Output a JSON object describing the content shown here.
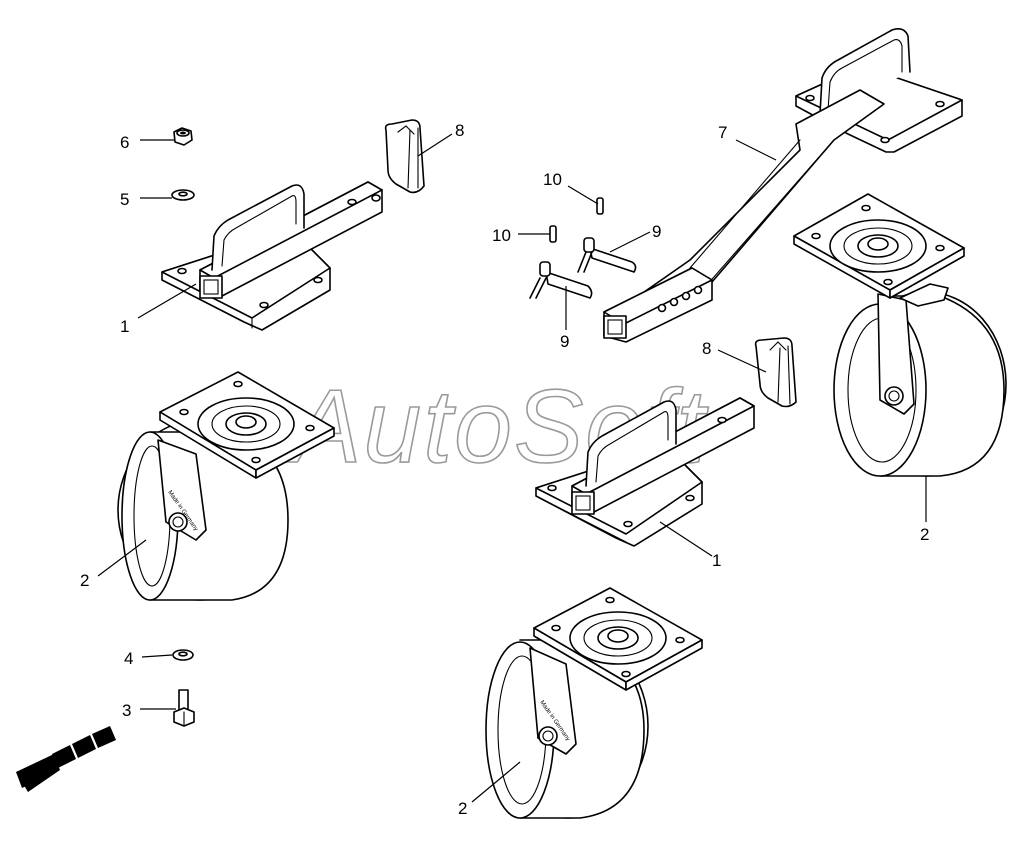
{
  "watermark": "AutoSoft",
  "callouts": [
    {
      "id": "c6",
      "label": "6"
    },
    {
      "id": "c5",
      "label": "5"
    },
    {
      "id": "c1a",
      "label": "1"
    },
    {
      "id": "c8a",
      "label": "8"
    },
    {
      "id": "c7",
      "label": "7"
    },
    {
      "id": "c10a",
      "label": "10"
    },
    {
      "id": "c10b",
      "label": "10"
    },
    {
      "id": "c9a",
      "label": "9"
    },
    {
      "id": "c9b",
      "label": "9"
    },
    {
      "id": "c8b",
      "label": "8"
    },
    {
      "id": "c2a",
      "label": "2"
    },
    {
      "id": "c1b",
      "label": "1"
    },
    {
      "id": "c2b",
      "label": "2"
    },
    {
      "id": "c2c",
      "label": "2"
    },
    {
      "id": "c4",
      "label": "4"
    },
    {
      "id": "c3",
      "label": "3"
    }
  ],
  "icons": {
    "direction": "direction-arrow-icon"
  }
}
